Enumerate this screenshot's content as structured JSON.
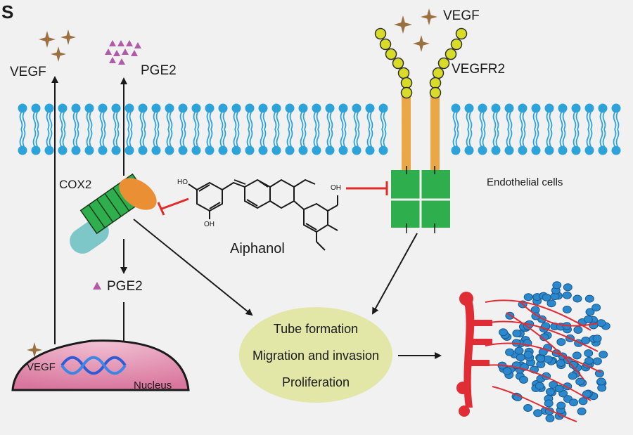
{
  "panel_label": "S",
  "labels": {
    "vegf_left": "VEGF",
    "pge2_top": "PGE2",
    "vegf_right": "VEGF",
    "vegfr2": "VEGFR2",
    "endothelial": "Endothelial cells",
    "cox2": "COX2",
    "aiphanol": "Aiphanol",
    "pge2_mid": "PGE2",
    "vegf_nucleus": "VEGF",
    "nucleus": "Nucleus",
    "outcome_1": "Tube formation",
    "outcome_2": "Migration and invasion",
    "outcome_3": "Proliferation",
    "ho_1": "HO",
    "oh_1": "OH",
    "oh_2": "OH"
  },
  "colors": {
    "membrane": "#2da3da",
    "receptor_stalk": "#eba646",
    "receptor_bead": "#d8dc28",
    "kinase": "#2fae4d",
    "inhibit": "#e12a2a",
    "vegf_star": "#9a7040",
    "pge2": "#b05aa8",
    "outcome_oval": "#e2e6a6",
    "vessel": "#e02c34",
    "tumor": "#2b88cc",
    "nucleus": "#e292b2"
  },
  "icons": [
    "vegf-star-icon",
    "pge2-triangle-icon",
    "dna-helix-icon",
    "aiphanol-structure-icon",
    "tumor-vessel-icon"
  ]
}
